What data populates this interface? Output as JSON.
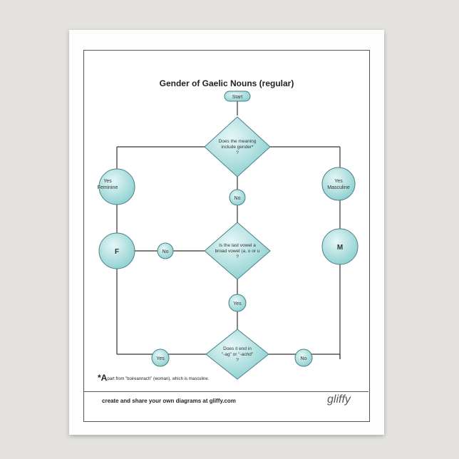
{
  "diagram": {
    "title": "Gender of Gaelic Nouns (regular)",
    "start": "Start",
    "q1": [
      "Does the meaning",
      "include gender*",
      "?"
    ],
    "q2": [
      "Is the last vowel a",
      "broad vowel (a, o or u",
      "?"
    ],
    "q3": [
      "Does it end in",
      "\"-ag\" or \"-achd\"",
      "?"
    ],
    "yes_feminine": [
      "Yes",
      "Feminine"
    ],
    "yes_masculine": [
      "Yes",
      "Masculine"
    ],
    "f_node": "F",
    "m_node": "M",
    "no_1": "No",
    "no_2": "No",
    "no_3": "No",
    "yes_2": "Yes",
    "yes_3": "Yes",
    "footnote_mark": "*A",
    "footnote_text": "part from \"boireannach\" (woman), which is masculine.",
    "footer": "create and share your own diagrams at gliffy.com",
    "logo": "gliffy"
  },
  "colors": {
    "node_fill": "#a8dcdc",
    "node_stroke": "#4a7f86",
    "line": "#333333"
  }
}
